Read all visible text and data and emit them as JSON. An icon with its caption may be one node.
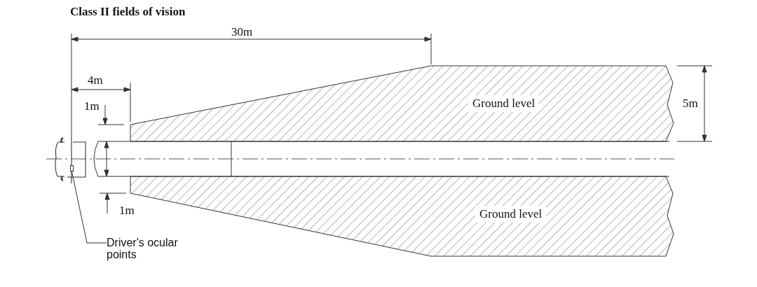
{
  "diagram": {
    "title": "Class II fields of vision",
    "nodes": [
      {
        "text": [
          "Ground level"
        ]
      },
      {
        "text": [
          "Ground level"
        ]
      },
      {
        "text": [
          "Driver's ocular points"
        ]
      },
      {
        "text": [],
        "shape": "box"
      }
    ],
    "edges": [
      {
        "from": 2,
        "to": 3,
        "arrow": "none"
      }
    ],
    "labels": [
      "30m",
      "4m",
      "1m",
      "5m",
      "1m"
    ]
  }
}
